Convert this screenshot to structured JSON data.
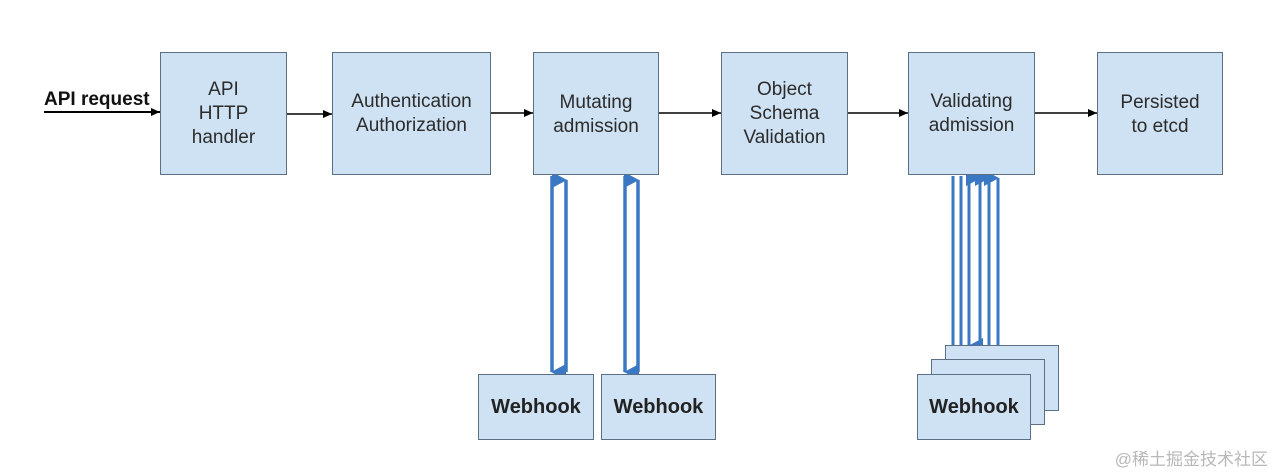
{
  "request_label": "API request",
  "stages": [
    {
      "id": "api",
      "label": "API\nHTTP\nhandler"
    },
    {
      "id": "auth",
      "label": "Authentication\nAuthorization"
    },
    {
      "id": "mutating",
      "label": "Mutating\nadmission"
    },
    {
      "id": "schema",
      "label": "Object\nSchema\nValidation"
    },
    {
      "id": "validating",
      "label": "Validating\nadmission"
    },
    {
      "id": "etcd",
      "label": "Persisted\nto etcd"
    }
  ],
  "webhooks": [
    "Webhook",
    "Webhook",
    "Webhook"
  ],
  "watermark": "@稀土掘金技术社区",
  "colors": {
    "box_fill": "#cfe2f3",
    "box_border": "#5b6f85",
    "webhook_arrow": "#3b78c4",
    "flow_arrow": "#000000"
  }
}
